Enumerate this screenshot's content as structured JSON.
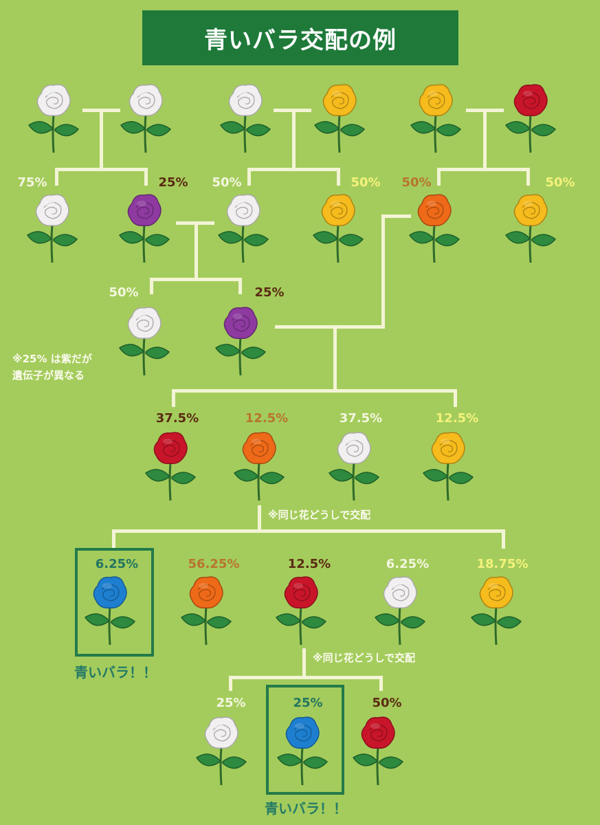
{
  "title": "青いバラ交配の例",
  "colors": {
    "white": "#f1efef",
    "yellow": "#f6bb1c",
    "red": "#c8152a",
    "purple": "#8e3aa0",
    "orange": "#ee6a18",
    "blue": "#1e7fd0",
    "background": "#a4cc5c",
    "title_bg": "#1f7a3a"
  },
  "row1": {
    "roses": [
      "white",
      "white",
      "white",
      "yellow",
      "yellow",
      "red"
    ]
  },
  "row2": {
    "labels": [
      "75%",
      "25%",
      "50%",
      "50%",
      "50%",
      "50%"
    ],
    "roses": [
      "white",
      "purple",
      "white",
      "yellow",
      "orange",
      "yellow"
    ]
  },
  "row3": {
    "labels": [
      "50%",
      "25%"
    ],
    "roses": [
      "white",
      "purple"
    ],
    "note_line1": "※25% は紫だが",
    "note_line2": "遺伝子が異なる"
  },
  "row4": {
    "labels": [
      "37.5%",
      "12.5%",
      "37.5%",
      "12.5%"
    ],
    "roses": [
      "red",
      "orange",
      "white",
      "yellow"
    ],
    "note": "※同じ花どうしで交配"
  },
  "row5": {
    "labels": [
      "6.25%",
      "56.25%",
      "12.5%",
      "6.25%",
      "18.75%"
    ],
    "roses": [
      "blue",
      "orange",
      "red",
      "white",
      "yellow"
    ],
    "highlight": "青いバラ！！",
    "note": "※同じ花どうしで交配"
  },
  "row6": {
    "labels": [
      "25%",
      "25%",
      "50%"
    ],
    "roses": [
      "white",
      "blue",
      "red"
    ],
    "highlight": "青いバラ！！"
  }
}
